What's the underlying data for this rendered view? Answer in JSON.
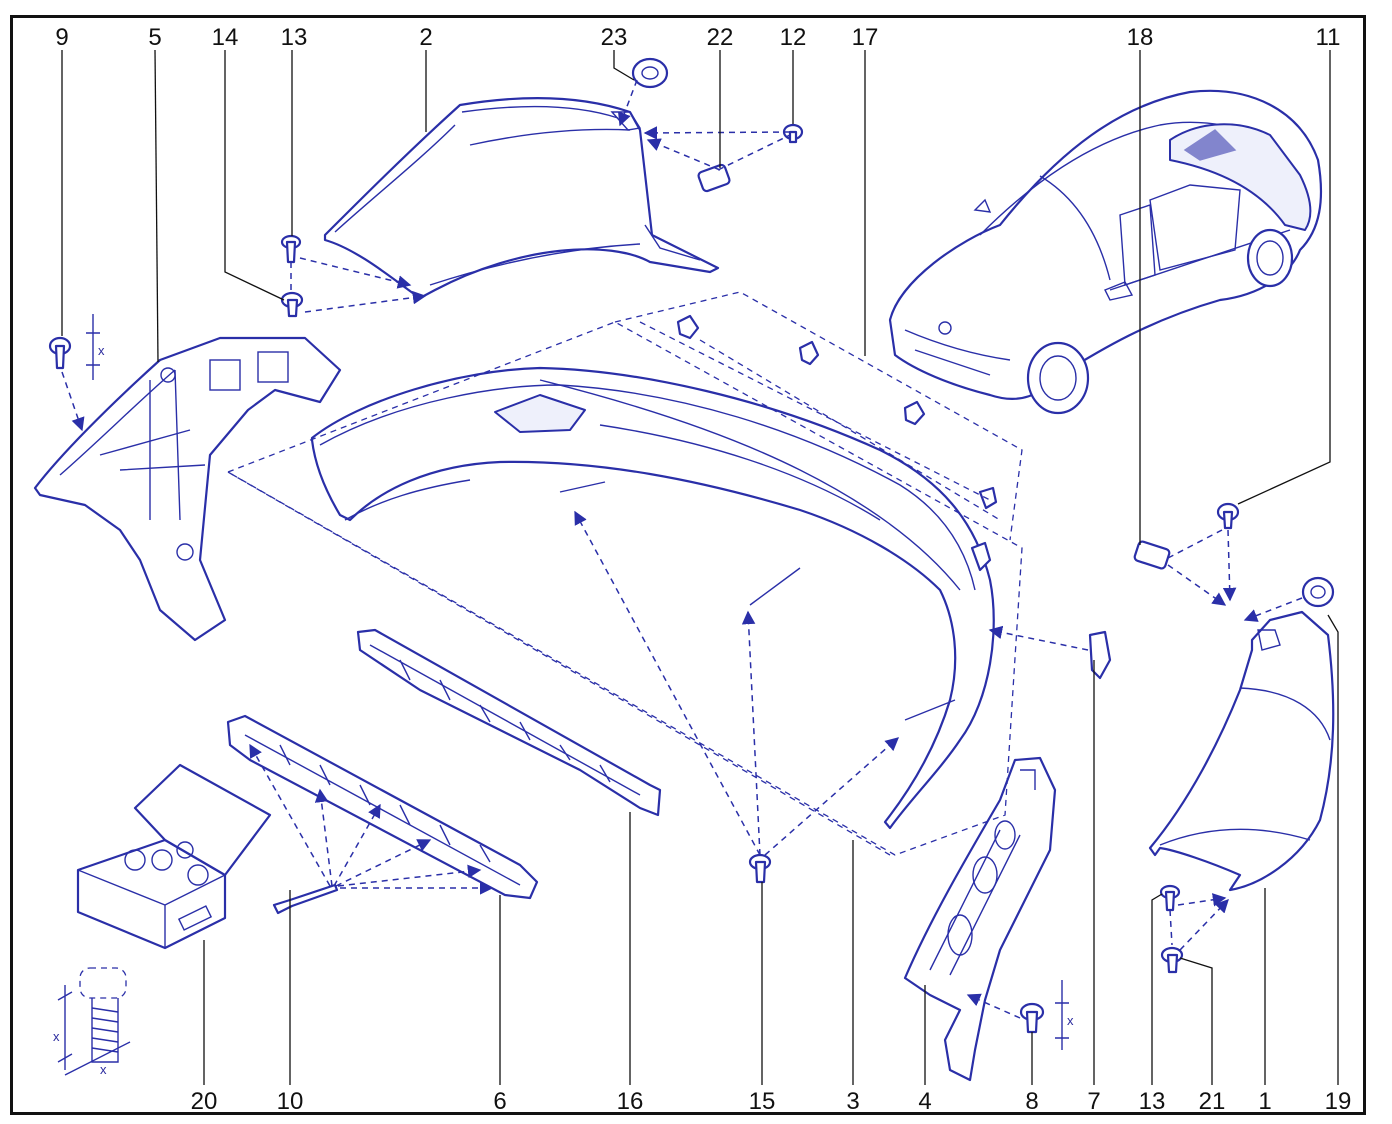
{
  "diagram": {
    "callouts_top": [
      "9",
      "5",
      "14",
      "13",
      "2",
      "23",
      "22",
      "12",
      "17",
      "18",
      "11"
    ],
    "callouts_bottom": [
      "20",
      "10",
      "6",
      "16",
      "15",
      "3",
      "4",
      "8",
      "7",
      "13",
      "21",
      "1",
      "19"
    ],
    "dimension_labels": {
      "clip_9": "x",
      "clip_8": "x",
      "screw_vertical": "x",
      "screw_horizontal": "x"
    },
    "colors": {
      "line": "#2a2fa8",
      "tint": "#eef0fb",
      "frame": "#111111"
    }
  }
}
